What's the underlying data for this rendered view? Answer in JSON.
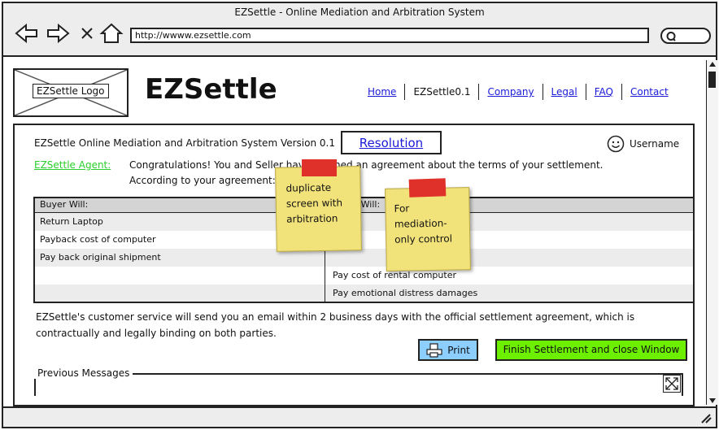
{
  "window": {
    "title": "EZSettle - Online Mediation and Arbitration System"
  },
  "address": {
    "url": "http://wwww.ezsettle.com"
  },
  "header": {
    "logo_label": "EZSettle Logo",
    "brand": "EZSettle",
    "nav": [
      {
        "label": "Home",
        "link": true
      },
      {
        "label": "EZSettle0.1",
        "link": false
      },
      {
        "label": "Company",
        "link": true
      },
      {
        "label": "Legal",
        "link": true
      },
      {
        "label": "FAQ",
        "link": true
      },
      {
        "label": "Contact",
        "link": true
      }
    ]
  },
  "panel": {
    "version_text": "EZSettle Online Mediation and Arbitration System Version 0.1",
    "tab_label": "Resolution",
    "username": "Username",
    "agent_label": "EZSettle Agent:",
    "message_line1": "Congratulations! You and Seller have reached an agreement about the terms of your settlement.",
    "message_line2": "According to your agreement:",
    "table": {
      "headers": [
        "Buyer Will:",
        "Seller Will:"
      ],
      "buyer": [
        "Return Laptop",
        "Payback cost of computer",
        "Pay back original shipment"
      ],
      "seller": [
        "Pay cost of rental computer",
        "Pay emotional distress damages"
      ]
    },
    "notice": "EZSettle's customer service will send you an email within 2 business days with the official settlement agreement, which is contractually and legally binding on both parties.",
    "print_label": "Print",
    "finish_label": "Finish Settlement and close Window",
    "previous_legend": "Previous Messages"
  },
  "stickies": [
    {
      "text": "duplicate screen with arbitration"
    },
    {
      "text": "For mediation-only control"
    }
  ],
  "colors": {
    "link": "#1a1ad8",
    "agent": "#2bcf2b",
    "finish": "#6cf000",
    "print": "#8ccfff",
    "sticky": "#f1e27a",
    "tape": "#e0302a"
  }
}
